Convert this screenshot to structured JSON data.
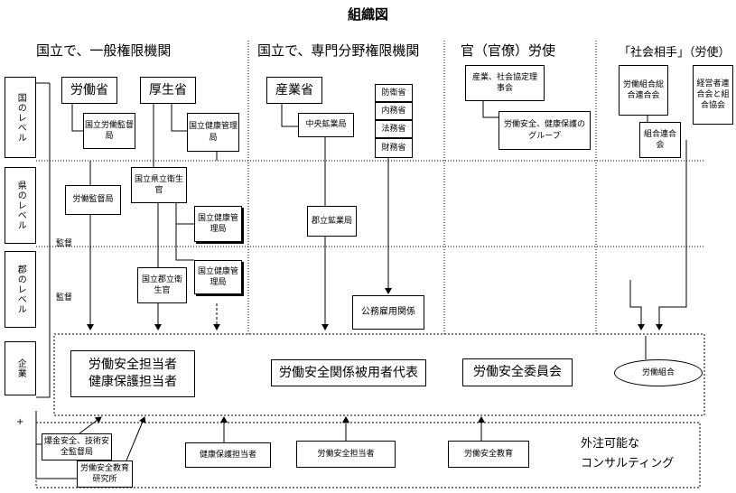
{
  "title": "組織図",
  "headers": {
    "national_general": "国立で、一般権限機関",
    "national_special": "国立で、専門分野権限機関",
    "government": "官（官僚）労使",
    "social": "「社会相手」（労使）"
  },
  "levels": {
    "national": "国のレベル",
    "prefecture": "県のレベル",
    "county": "郡のレベル",
    "enterprise": "企業"
  },
  "labels": {
    "supervision1": "監督",
    "supervision2": "監督",
    "plus": "+"
  },
  "boxes": {
    "labor_ministry": "労働省",
    "welfare_ministry": "厚生省",
    "industry_ministry": "産業省",
    "national_labor_inspection": "国立労働監督局",
    "national_health_admin": "国立健康管理局",
    "central_mining": "中央鉱業局",
    "defense": "防衛省",
    "interior": "内務省",
    "justice": "法務省",
    "finance": "財務省",
    "industry_social": "産業、社会協定理事会",
    "ohs_group": "労働安全、健康保護のグループ",
    "federation_unions": "労働組合総合連合会",
    "employers_federation": "経営者連合会と組合協会",
    "union_federation": "組合連合会",
    "labor_inspection": "労働監督局",
    "pref_health_officer": "国立県立衛生官",
    "pref_health_admin": "国立健康管理局",
    "county_mining": "郡立鉱業局",
    "county_health_officer": "国立郡立衛生官",
    "county_health_admin": "国立健康管理局",
    "public_employment": "公務雇用関係",
    "ohs_officer": "労働安全担当者",
    "health_officer": "健康保護担当者",
    "ohs_rep": "労働安全関係被用者代表",
    "ohs_committee": "労働安全委員会",
    "labor_union": "労働組合",
    "mine_safety": "爆金安全、技術安全監督局",
    "ohs_institute": "労働安全教育研究所",
    "health_protection_officer": "健康保護担当者",
    "ohs_officer_bottom": "労働安全担当者",
    "ohs_education": "労働安全教育",
    "outsourcing_line1": "外注可能な",
    "outsourcing_line2": "コンサルティング"
  }
}
